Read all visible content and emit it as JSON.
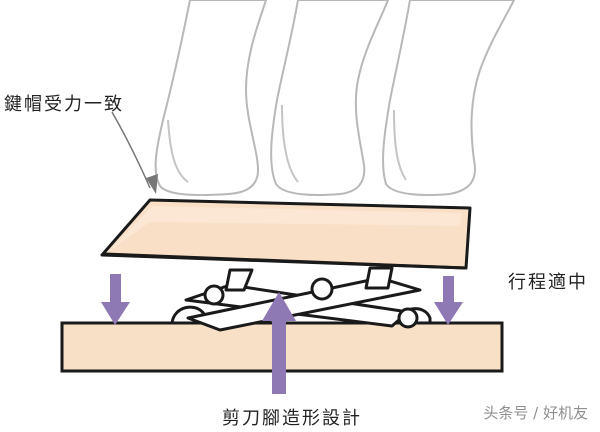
{
  "labels": {
    "keycap_force": "鍵帽受力一致",
    "travel": "行程適中",
    "scissor_design": "剪刀腳造形設計"
  },
  "watermark": "头条号 / 好机友",
  "colors": {
    "keycap_fill": "#f8dfc6",
    "keycap_top": "#fbe9d6",
    "base_fill": "#f8e0c7",
    "outline": "#1a1a1a",
    "arrow": "#8f79b5",
    "finger_outline": "#b8b8b8"
  }
}
